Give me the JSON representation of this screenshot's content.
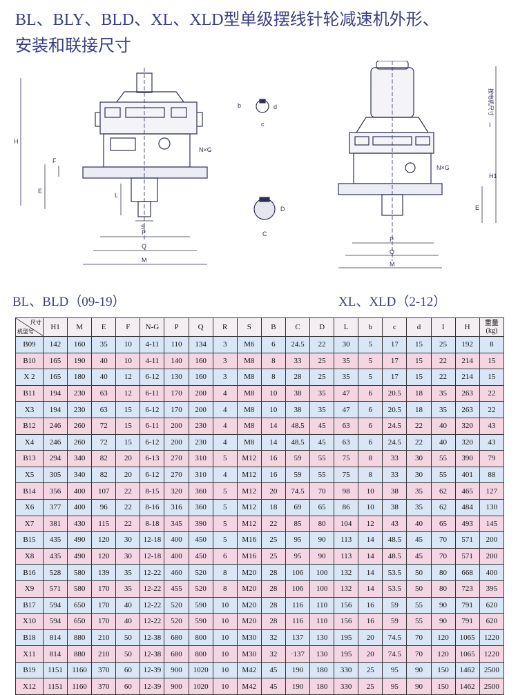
{
  "title": {
    "line1": "BL、BLY、BLD、XL、XLD型单级摆线针轮减速机外形、",
    "line2": "安装和联接尺寸"
  },
  "captions": {
    "left": "BL、BLD（09-19）",
    "right": "XL、XLD（2-12）"
  },
  "drawing_labels": {
    "H": "H",
    "F": "F",
    "E": "E",
    "L": "L",
    "S": "S",
    "P": "P",
    "Q": "Q",
    "M": "M",
    "NxG": "N×G",
    "b": "b",
    "c": "c",
    "d": "d",
    "D": "D",
    "C": "C",
    "H1": "H1",
    "I": "I",
    "motor_size": "按电机尺寸"
  },
  "table": {
    "corner_top": "尺寸",
    "corner_bottom": "机型号",
    "weight_header": [
      "重量",
      "(kg)"
    ],
    "columns": [
      "H1",
      "M",
      "E",
      "F",
      "N-G",
      "P",
      "Q",
      "R",
      "S",
      "B",
      "C",
      "D",
      "L",
      "b",
      "c",
      "d",
      "I",
      "H"
    ],
    "rows": [
      [
        "B09",
        "142",
        "160",
        "35",
        "10",
        "4-11",
        "110",
        "134",
        "3",
        "M6",
        "6",
        "24.5",
        "22",
        "30",
        "5",
        "17",
        "15",
        "25",
        "192",
        "8"
      ],
      [
        "B10",
        "165",
        "190",
        "40",
        "10",
        "4-11",
        "140",
        "160",
        "3",
        "M8",
        "8",
        "33",
        "25",
        "35",
        "5",
        "17",
        "15",
        "22",
        "214",
        "15"
      ],
      [
        "X 2",
        "165",
        "180",
        "40",
        "12",
        "6-12",
        "130",
        "160",
        "3",
        "M8",
        "8",
        "28",
        "25",
        "35",
        "5",
        "17",
        "15",
        "22",
        "214",
        "15"
      ],
      [
        "B11",
        "194",
        "230",
        "63",
        "12",
        "6-11",
        "170",
        "200",
        "4",
        "M8",
        "10",
        "38",
        "35",
        "47",
        "6",
        "20.5",
        "18",
        "35",
        "263",
        "22"
      ],
      [
        "X3",
        "194",
        "230",
        "63",
        "15",
        "6-12",
        "170",
        "200",
        "4",
        "M8",
        "10",
        "38",
        "35",
        "47",
        "6",
        "20.5",
        "18",
        "35",
        "263",
        "22"
      ],
      [
        "B12",
        "246",
        "260",
        "72",
        "15",
        "6-11",
        "200",
        "230",
        "4",
        "M8",
        "14",
        "48.5",
        "45",
        "63",
        "6",
        "24.5",
        "22",
        "40",
        "320",
        "43"
      ],
      [
        "X4",
        "246",
        "260",
        "72",
        "15",
        "6-12",
        "200",
        "230",
        "4",
        "M8",
        "14",
        "48.5",
        "45",
        "63",
        "6",
        "24.5",
        "22",
        "40",
        "320",
        "43"
      ],
      [
        "B13",
        "294",
        "340",
        "82",
        "20",
        "6-13",
        "270",
        "310",
        "5",
        "M12",
        "16",
        "59",
        "55",
        "75",
        "8",
        "33",
        "30",
        "55",
        "390",
        "79"
      ],
      [
        "X5",
        "305",
        "340",
        "82",
        "20",
        "6-12",
        "270",
        "310",
        "4",
        "M12",
        "16",
        "59",
        "55",
        "75",
        "8",
        "33",
        "30",
        "55",
        "401",
        "88"
      ],
      [
        "B14",
        "356",
        "400",
        "107",
        "22",
        "8-15",
        "320",
        "360",
        "5",
        "M12",
        "20",
        "74.5",
        "70",
        "98",
        "10",
        "38",
        "35",
        "62",
        "465",
        "127"
      ],
      [
        "X6",
        "377",
        "400",
        "96",
        "22",
        "8-16",
        "316",
        "360",
        "5",
        "M12",
        "18",
        "69",
        "65",
        "86",
        "10",
        "38",
        "35",
        "62",
        "484",
        "130"
      ],
      [
        "X7",
        "381",
        "430",
        "115",
        "22",
        "8-18",
        "345",
        "390",
        "5",
        "M12",
        "22",
        "85",
        "80",
        "104",
        "12",
        "43",
        "40",
        "65",
        "493",
        "145"
      ],
      [
        "B15",
        "435",
        "490",
        "120",
        "30",
        "12-18",
        "400",
        "450",
        "5",
        "M16",
        "25",
        "95",
        "90",
        "113",
        "14",
        "48.5",
        "45",
        "70",
        "571",
        "200"
      ],
      [
        "X8",
        "435",
        "490",
        "120",
        "30",
        "12-18",
        "400",
        "450",
        "6",
        "M16",
        "25",
        "95",
        "90",
        "113",
        "14",
        "48.5",
        "45",
        "70",
        "571",
        "200"
      ],
      [
        "B16",
        "528",
        "580",
        "139",
        "35",
        "12-22",
        "460",
        "520",
        "8",
        "M20",
        "28",
        "106",
        "100",
        "132",
        "14",
        "53.5",
        "50",
        "80",
        "668",
        "400"
      ],
      [
        "X9",
        "571",
        "580",
        "170",
        "35",
        "12-22",
        "455",
        "520",
        "8",
        "M20",
        "28",
        "106",
        "100",
        "132",
        "14",
        "53.5",
        "50",
        "80",
        "723",
        "395"
      ],
      [
        "B17",
        "594",
        "650",
        "170",
        "40",
        "12-22",
        "520",
        "590",
        "10",
        "M20",
        "28",
        "116",
        "110",
        "156",
        "16",
        "59",
        "55",
        "90",
        "791",
        "620"
      ],
      [
        "X10",
        "594",
        "650",
        "170",
        "40",
        "12-22",
        "520",
        "590",
        "10",
        "M20",
        "28",
        "116",
        "110",
        "156",
        "16",
        "59",
        "55",
        "90",
        "791",
        "620"
      ],
      [
        "B18",
        "814",
        "880",
        "210",
        "50",
        "12-38",
        "680",
        "800",
        "10",
        "M30",
        "32",
        "137",
        "130",
        "195",
        "20",
        "74.5",
        "70",
        "120",
        "1065",
        "1220"
      ],
      [
        "X11",
        "814",
        "880",
        "210",
        "50",
        "12-38",
        "680",
        "800",
        "10",
        "M30",
        "32",
        "·137",
        "130",
        "195",
        "20",
        "74.5",
        "70",
        "120",
        "1065",
        "1220"
      ],
      [
        "B19",
        "1151",
        "1160",
        "370",
        "60",
        "12-39",
        "900",
        "1020",
        "10",
        "M42",
        "45",
        "190",
        "180",
        "330",
        "25",
        "95",
        "90",
        "150",
        "1462",
        "2500"
      ],
      [
        "X12",
        "1151",
        "1160",
        "370",
        "60",
        "12-39",
        "900",
        "1020",
        "10",
        "M42",
        "45",
        "190",
        "180",
        "330",
        "25",
        "95",
        "90",
        "150",
        "1462",
        "2500"
      ]
    ]
  }
}
